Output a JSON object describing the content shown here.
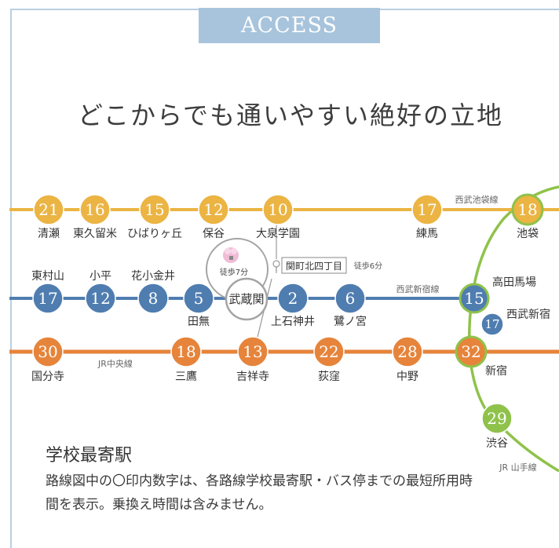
{
  "header": {
    "badge": "ACCESS",
    "headline": "どこからでも通いやすい絶好の立地"
  },
  "colors": {
    "seibu_ikebukuro": "#ebb443",
    "seibu_shinjuku": "#4f7db0",
    "jr_chuo": "#e6843b",
    "jr_yamanote": "#8fc24b",
    "frame": "#b9cfe2",
    "badge": "#a7c4dc"
  },
  "lines": {
    "seibu_ikebukuro": "西武池袋線",
    "seibu_shinjuku": "西武新宿線",
    "jr_chuo": "JR中央線",
    "jr_yamanote": "JR 山手線"
  },
  "stations": {
    "kiyose": {
      "name": "清瀬",
      "minutes": "21"
    },
    "higashikurume": {
      "name": "東久留米",
      "minutes": "16"
    },
    "hibarigaoka": {
      "name": "ひばりヶ丘",
      "minutes": "15"
    },
    "hoya": {
      "name": "保谷",
      "minutes": "12"
    },
    "oizumigakuen": {
      "name": "大泉学園",
      "minutes": "10"
    },
    "nerima": {
      "name": "練馬",
      "minutes": "17"
    },
    "ikebukuro": {
      "name": "池袋",
      "minutes": "18"
    },
    "higashimurayama": {
      "name": "東村山",
      "minutes": "17"
    },
    "kodaira": {
      "name": "小平",
      "minutes": "12"
    },
    "hanakoganei": {
      "name": "花小金井",
      "minutes": "8"
    },
    "tanashi": {
      "name": "田無",
      "minutes": "5"
    },
    "musashiseki": {
      "name": "武蔵関"
    },
    "kamishakujii": {
      "name": "上石神井",
      "minutes": "2"
    },
    "saginomiya": {
      "name": "鷺ノ宮",
      "minutes": "6"
    },
    "takadanobaba": {
      "name": "高田馬場",
      "minutes": "15"
    },
    "seibushinjuku": {
      "name": "西武新宿",
      "minutes": "17"
    },
    "kokubunji": {
      "name": "国分寺",
      "minutes": "30"
    },
    "mitaka": {
      "name": "三鷹",
      "minutes": "18"
    },
    "kichijoji": {
      "name": "吉祥寺",
      "minutes": "13"
    },
    "ogikubo": {
      "name": "荻窪",
      "minutes": "22"
    },
    "nakano": {
      "name": "中野",
      "minutes": "28"
    },
    "shinjuku": {
      "name": "新宿",
      "minutes": "32"
    },
    "shibuya": {
      "name": "渋谷",
      "minutes": "29"
    }
  },
  "school": {
    "walk": "徒歩7分"
  },
  "bus_stop": {
    "name": "関町北四丁目",
    "walk": "徒歩6分"
  },
  "legend": {
    "title": "学校最寄駅",
    "text": "路線図中の〇印内数字は、各路線学校最寄駅・バス停までの最短所用時間を表示。乗換え時間は含みません。"
  }
}
